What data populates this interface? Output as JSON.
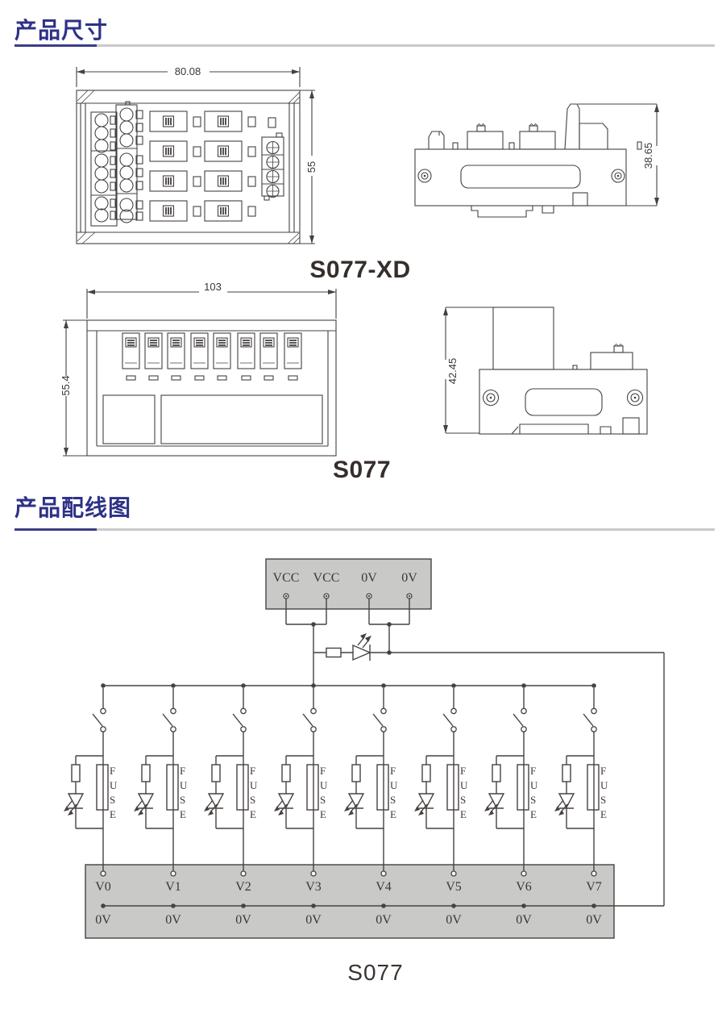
{
  "section_dimensions": {
    "title": "产品尺寸",
    "s077xd": {
      "caption": "S077-XD",
      "front_width": "80.08",
      "front_height": "55",
      "side_height": "38.65"
    },
    "s077": {
      "caption": "S077",
      "front_width": "103",
      "front_height": "55.4",
      "side_height": "42.45"
    }
  },
  "section_wiring": {
    "title": "产品配线图",
    "power_terminals": [
      "VCC",
      "VCC",
      "0V",
      "0V"
    ],
    "fuse_letters": [
      "F",
      "U",
      "S",
      "E"
    ],
    "output_terminals": [
      "V0",
      "V1",
      "V2",
      "V3",
      "V4",
      "V5",
      "V6",
      "V7"
    ],
    "ground_label": "0V",
    "caption": "S077"
  },
  "colors": {
    "accent_navy": "#2e3187",
    "rule_gray": "#c9c9ce",
    "drawing_line": "#454140",
    "wiring_line": "#474240",
    "panel_fill": "#c9c9c8",
    "caption_text": "#362e2b"
  }
}
